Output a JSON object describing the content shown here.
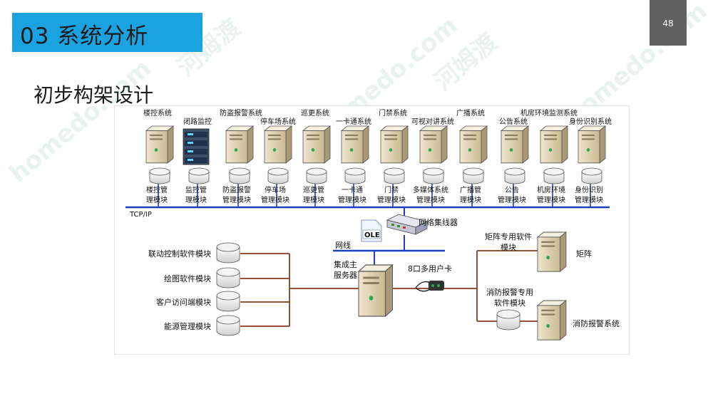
{
  "slide": {
    "title": "03 系统分析",
    "page_number": "48",
    "subtitle": "初步构架设计"
  },
  "watermarks": [
    "homedo.com",
    "河姆渡",
    "homedo.com",
    "河姆渡",
    "homedo.com",
    "河姆渡"
  ],
  "diagram": {
    "top_systems": [
      {
        "label": "楼控系统",
        "module": [
          "楼控管",
          "理模块"
        ]
      },
      {
        "label": "闭路监控",
        "module": [
          "监控管",
          "理模块"
        ]
      },
      {
        "label": "防盗报警系统",
        "module": [
          "防盗报警",
          "管理模块"
        ]
      },
      {
        "label": "停车场系统",
        "module": [
          "停车场",
          "管理模块"
        ]
      },
      {
        "label": "巡更系统",
        "module": [
          "巡更管",
          "理模块"
        ]
      },
      {
        "label": "一卡通系统",
        "module": [
          "一卡通",
          "管理模块"
        ]
      },
      {
        "label": "门禁系统",
        "module": [
          "门禁",
          "管理模块"
        ]
      },
      {
        "label": "可视对讲系统",
        "module": [
          "多媒体系统",
          "管理模块"
        ]
      },
      {
        "label": "广播系统",
        "module": [
          "广播管",
          "理模块"
        ]
      },
      {
        "label": "公告系统",
        "module": [
          "公告",
          "管理模块"
        ]
      },
      {
        "label": "机房环境监测系统",
        "module": [
          "机房环境",
          "管理模块"
        ]
      },
      {
        "label": "身份识别系统",
        "module": [
          "身份识别",
          "管理模块"
        ]
      }
    ],
    "bus_label": "TCP/IP",
    "hub_label": "网络集线器",
    "ole_label": "OLE",
    "net_label": "网线",
    "server_label": [
      "集成主",
      "服务器"
    ],
    "card_label": "8口多用户卡",
    "left_modules": [
      "联动控制软件模块",
      "绘图软件模块",
      "客户访问端模块",
      "能源管理模块"
    ],
    "right_group": {
      "matrix_module": [
        "矩阵专用软件",
        "模块"
      ],
      "matrix": "矩阵",
      "fire_module": [
        "消防报警专用",
        "软件模块"
      ],
      "fire_system": "消防报警系统"
    }
  }
}
